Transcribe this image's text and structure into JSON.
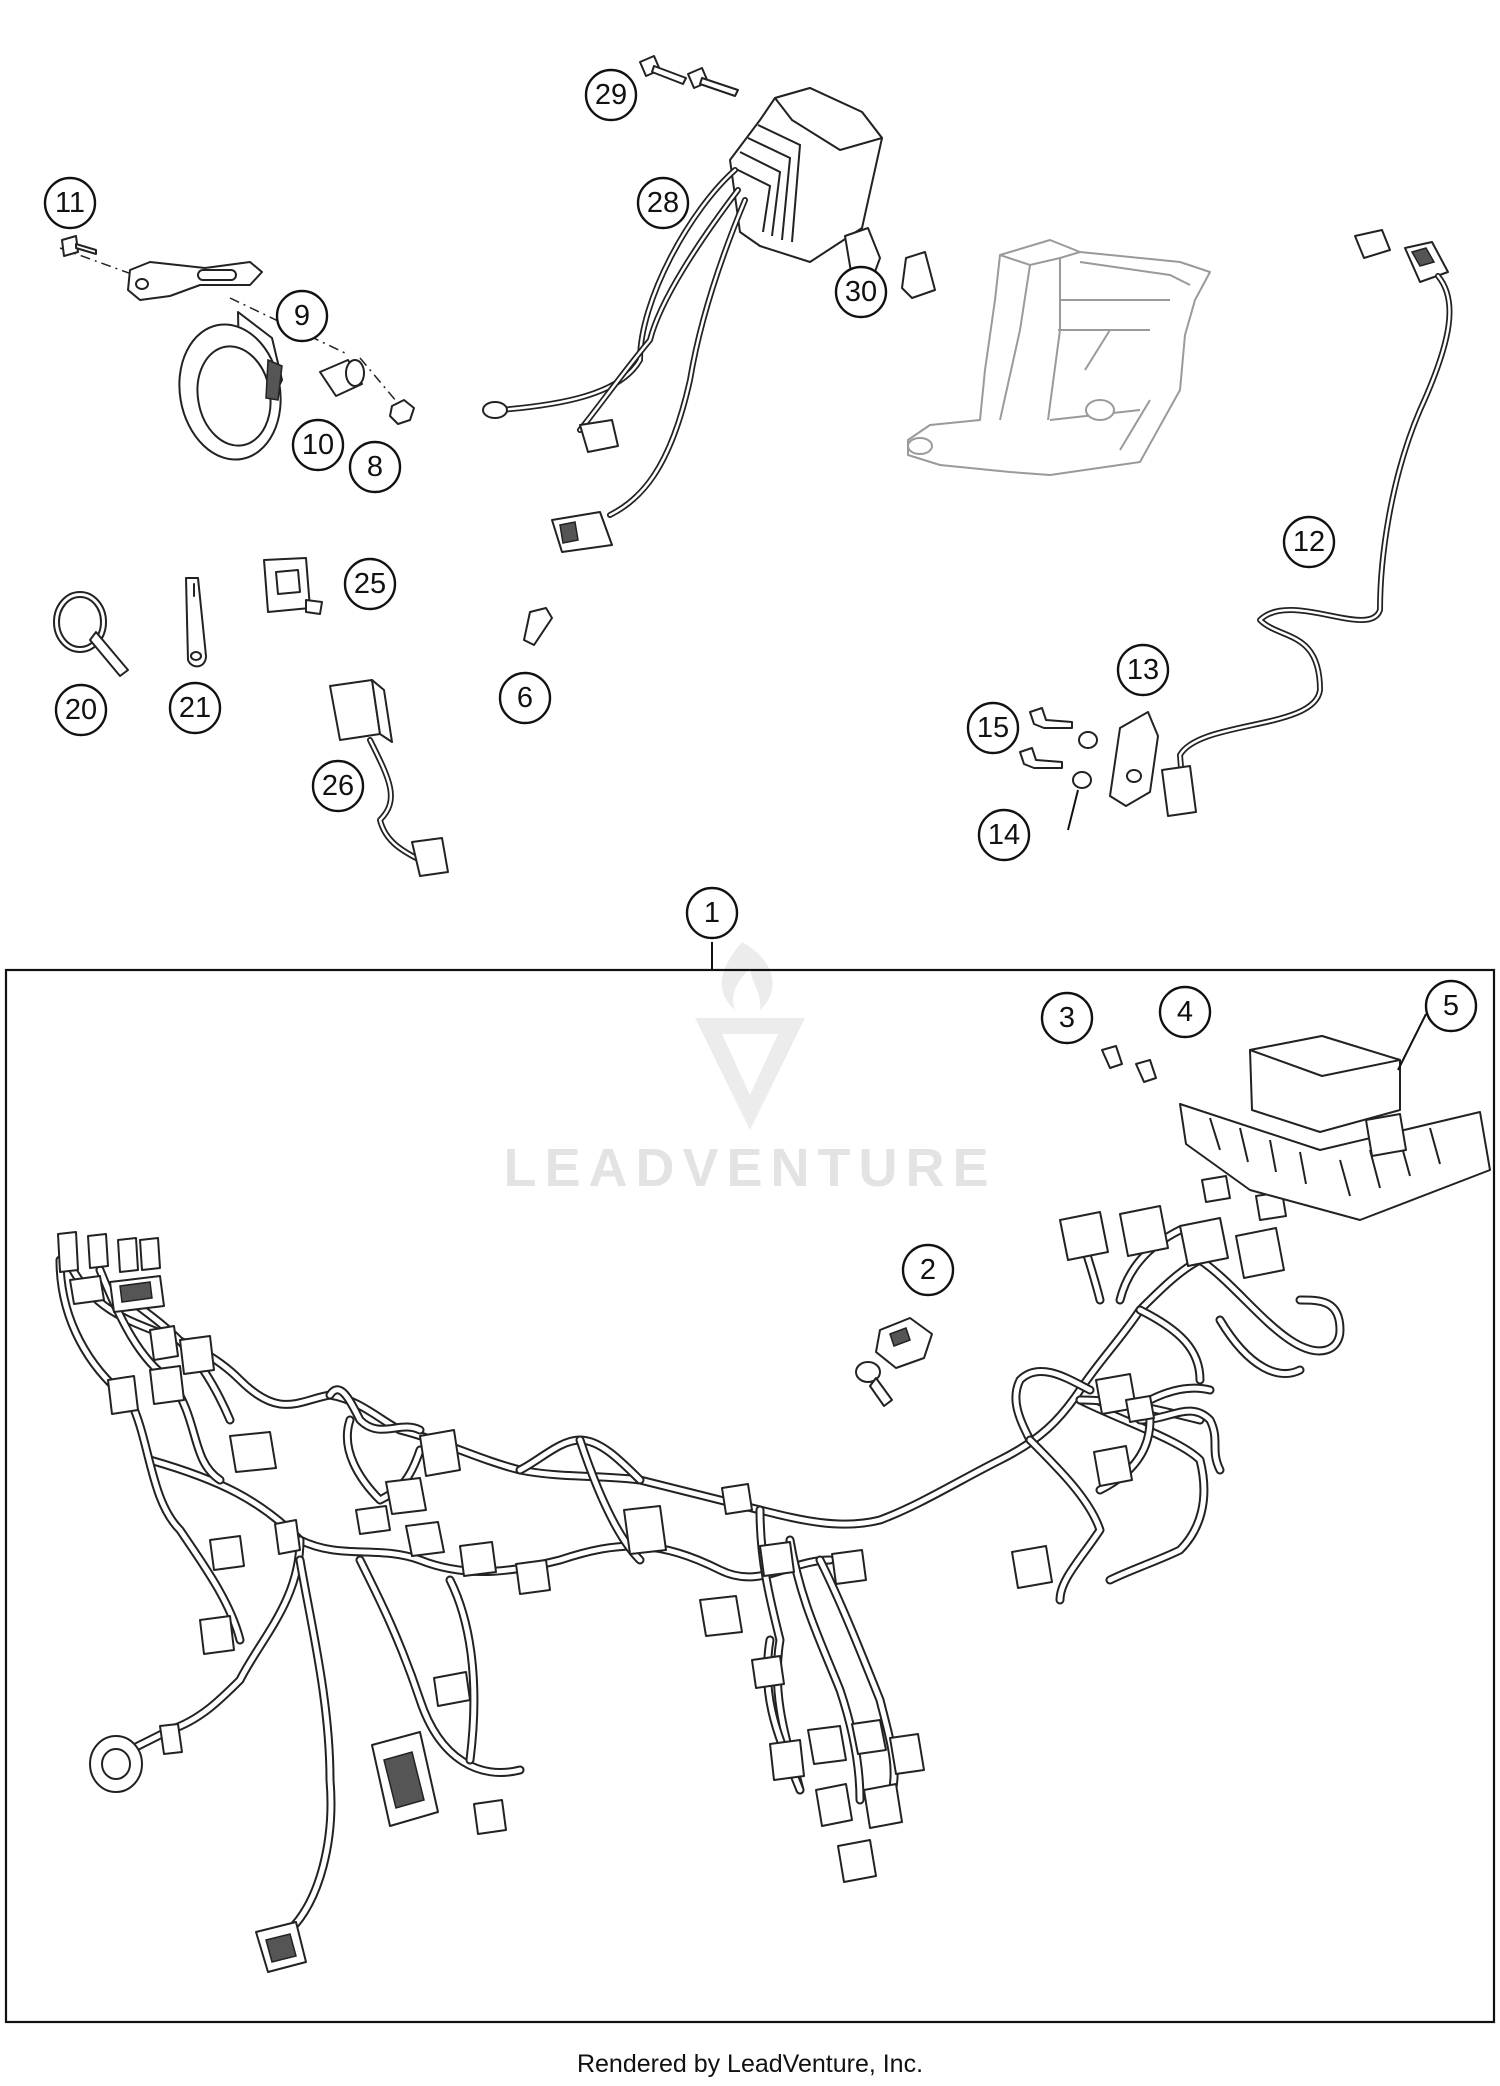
{
  "callouts": [
    {
      "id": "11",
      "label": "11"
    },
    {
      "id": "9",
      "label": "9"
    },
    {
      "id": "10",
      "label": "10"
    },
    {
      "id": "8",
      "label": "8"
    },
    {
      "id": "29",
      "label": "29"
    },
    {
      "id": "28",
      "label": "28"
    },
    {
      "id": "30",
      "label": "30"
    },
    {
      "id": "12",
      "label": "12"
    },
    {
      "id": "20",
      "label": "20"
    },
    {
      "id": "21",
      "label": "21"
    },
    {
      "id": "25",
      "label": "25"
    },
    {
      "id": "26",
      "label": "26"
    },
    {
      "id": "6",
      "label": "6"
    },
    {
      "id": "13",
      "label": "13"
    },
    {
      "id": "15",
      "label": "15"
    },
    {
      "id": "14",
      "label": "14"
    },
    {
      "id": "1",
      "label": "1"
    },
    {
      "id": "3",
      "label": "3"
    },
    {
      "id": "4",
      "label": "4"
    },
    {
      "id": "5",
      "label": "5"
    },
    {
      "id": "2",
      "label": "2"
    }
  ],
  "watermark": {
    "text": "LEADVENTURE"
  },
  "footer": {
    "text": "Rendered by LeadVenture, Inc."
  }
}
